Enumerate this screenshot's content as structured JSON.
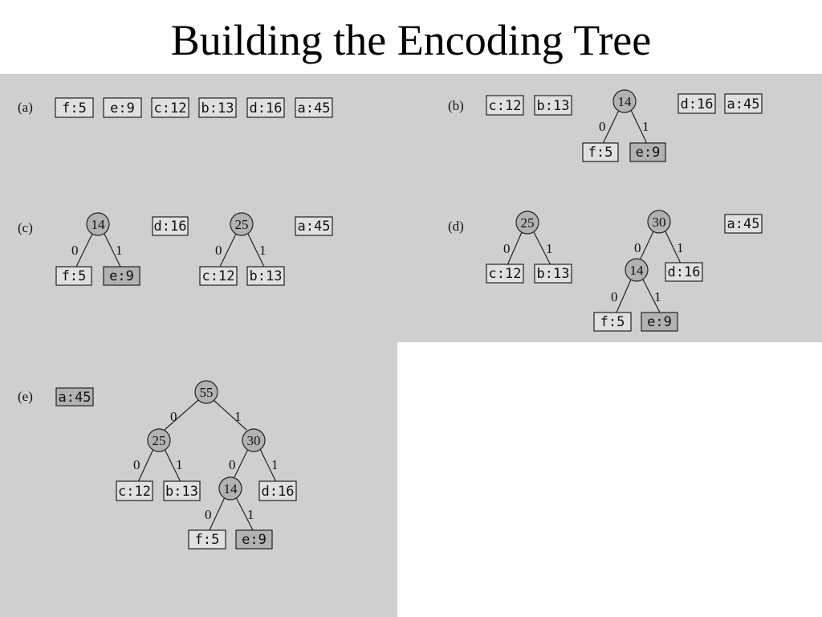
{
  "slide": {
    "title": "Building the Encoding Tree"
  },
  "panels": [
    {
      "label": "(a)",
      "items": [
        {
          "text": "f:5"
        },
        {
          "text": "e:9"
        },
        {
          "text": "c:12"
        },
        {
          "text": "b:13"
        },
        {
          "text": "d:16"
        },
        {
          "text": "a:45"
        }
      ]
    },
    {
      "label": "(b)",
      "items": [
        {
          "text": "c:12"
        },
        {
          "text": "b:13"
        },
        {
          "text": "14"
        },
        {
          "text": "d:16"
        },
        {
          "text": "a:45"
        },
        {
          "text": "f:5"
        },
        {
          "text": "e:9"
        }
      ],
      "edges": [
        "0",
        "1"
      ]
    },
    {
      "label": "(c)",
      "items": [
        {
          "text": "14"
        },
        {
          "text": "d:16"
        },
        {
          "text": "25"
        },
        {
          "text": "a:45"
        },
        {
          "text": "f:5"
        },
        {
          "text": "e:9"
        },
        {
          "text": "c:12"
        },
        {
          "text": "b:13"
        }
      ],
      "edges": [
        "0",
        "1",
        "0",
        "1"
      ]
    },
    {
      "label": "(d)",
      "items": [
        {
          "text": "25"
        },
        {
          "text": "30"
        },
        {
          "text": "a:45"
        },
        {
          "text": "c:12"
        },
        {
          "text": "b:13"
        },
        {
          "text": "14"
        },
        {
          "text": "d:16"
        },
        {
          "text": "f:5"
        },
        {
          "text": "e:9"
        }
      ],
      "edges": [
        "0",
        "1",
        "0",
        "1",
        "0",
        "1"
      ]
    },
    {
      "label": "(e)",
      "items": [
        {
          "text": "a:45"
        },
        {
          "text": "55"
        },
        {
          "text": "25"
        },
        {
          "text": "30"
        },
        {
          "text": "c:12"
        },
        {
          "text": "b:13"
        },
        {
          "text": "14"
        },
        {
          "text": "d:16"
        },
        {
          "text": "f:5"
        },
        {
          "text": "e:9"
        }
      ],
      "edges": [
        "0",
        "1",
        "0",
        "1",
        "0",
        "1",
        "0",
        "1"
      ]
    }
  ],
  "colors": {
    "scan_background": "#cfcfcf",
    "light_leaf": "#e0e0e0",
    "dark_node": "#b2b2b2",
    "text": "#111111"
  }
}
